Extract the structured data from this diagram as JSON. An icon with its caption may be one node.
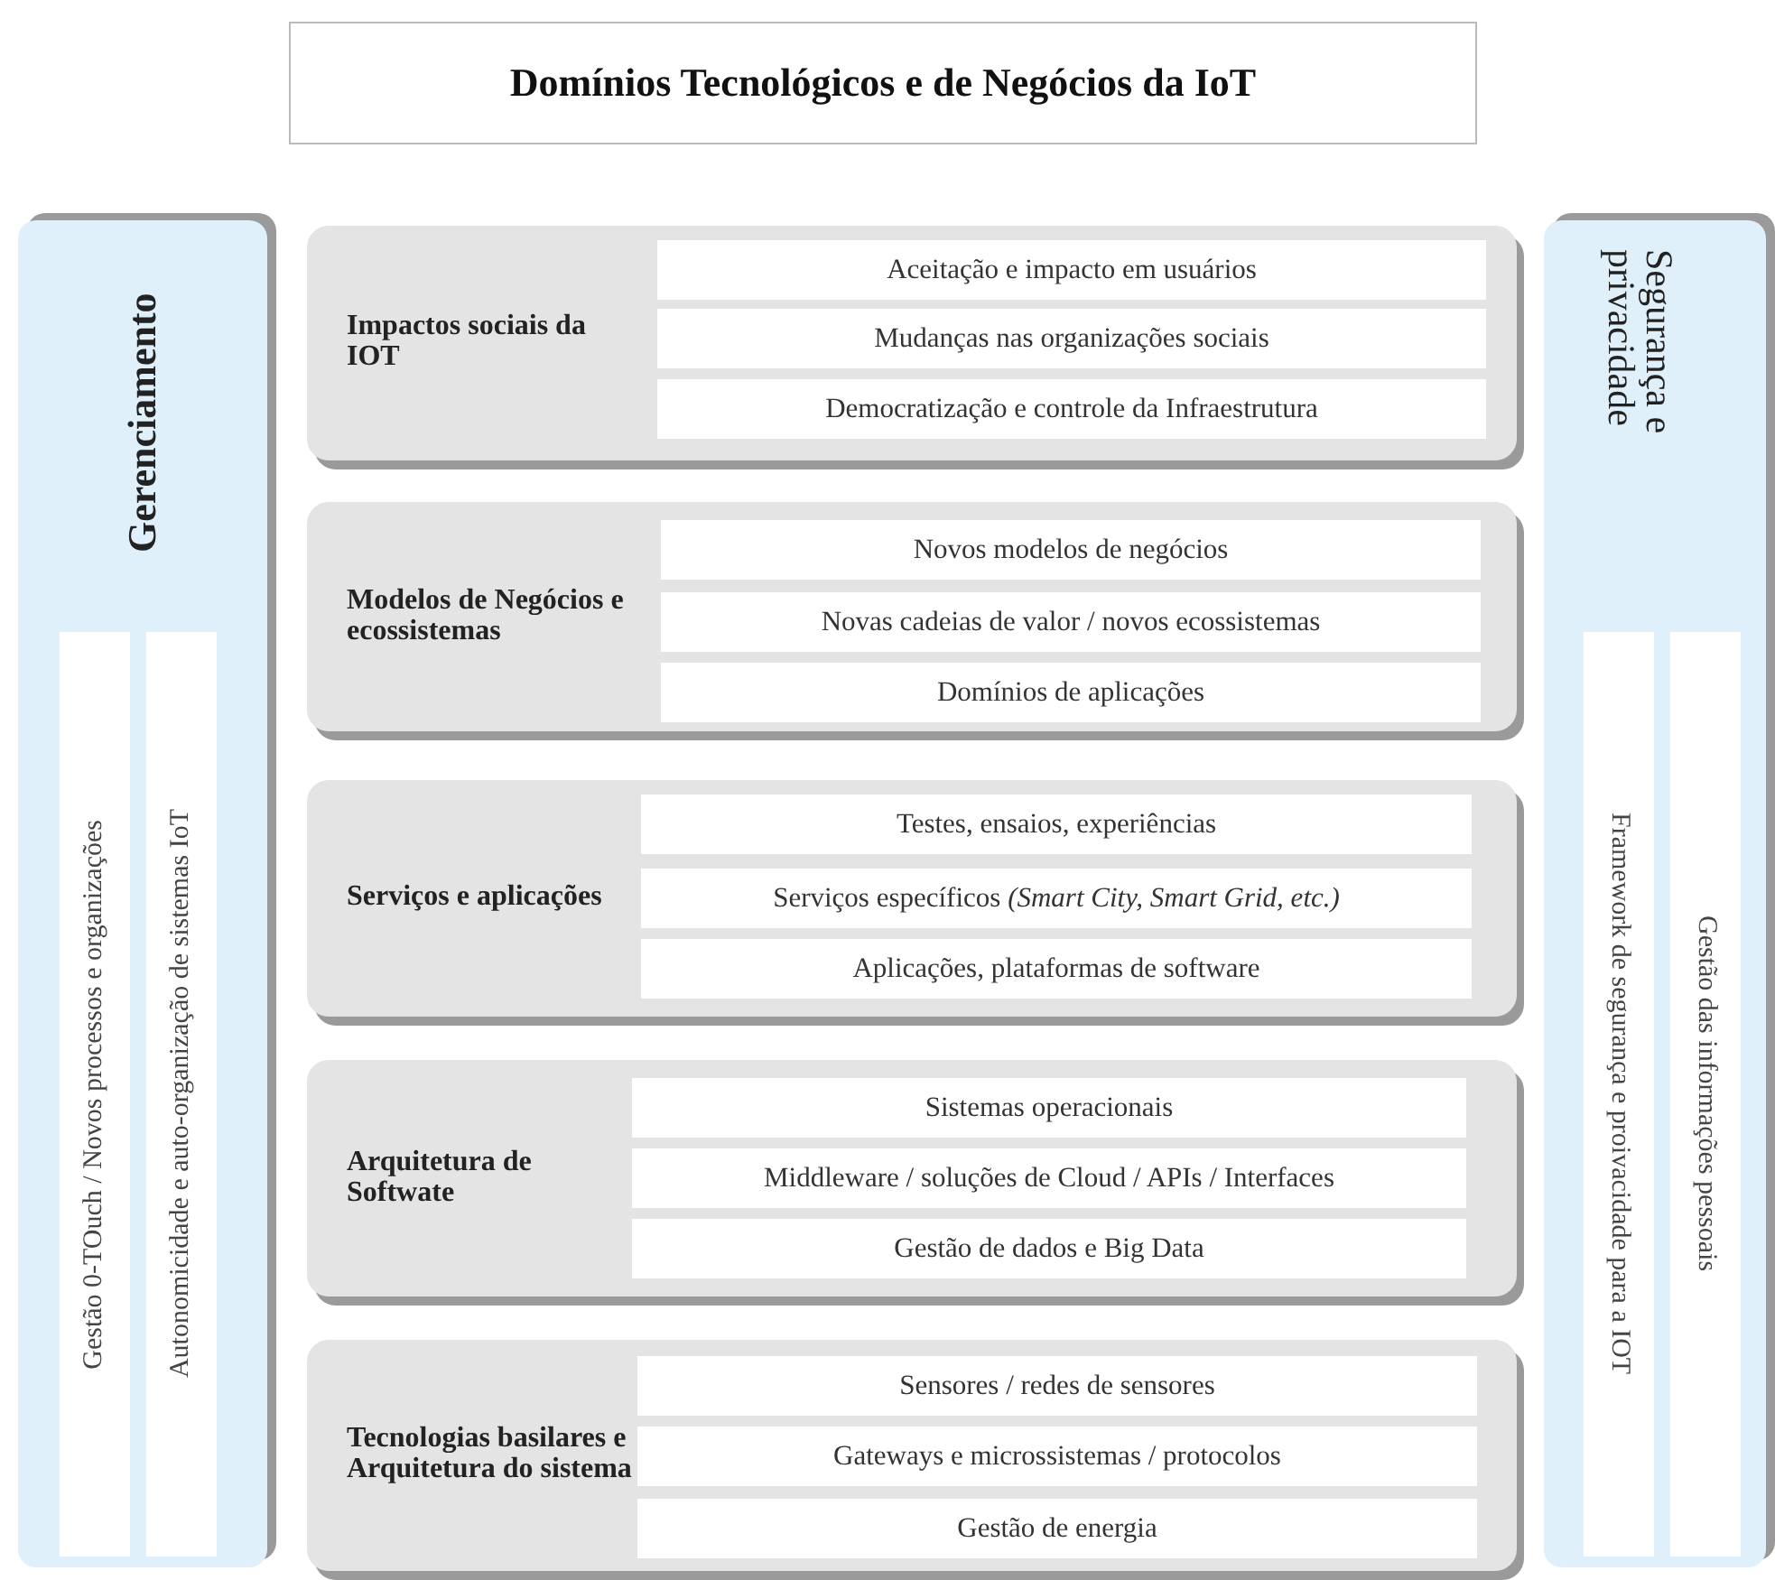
{
  "diagram": {
    "title": "Domínios Tecnológicos e de Negócios da IoT",
    "nodes": [
      {
        "text": [
          "Gerenciamento"
        ]
      },
      {
        "text": [
          "Gestão 0-TOuch / Novos processos e organizações"
        ],
        "in": 0
      },
      {
        "text": [
          "Autonomicidade e auto-organização de sistemas IoT"
        ],
        "in": 0
      },
      {
        "text": [
          "Impactos sociais da IOT"
        ]
      },
      {
        "text": [
          "Aceitação e impacto em usuários"
        ],
        "in": 3
      },
      {
        "text": [
          "Mudanças nas organizações sociais"
        ],
        "in": 3
      },
      {
        "text": [
          "Democratização e controle da Infraestrutura"
        ],
        "in": 3
      },
      {
        "text": [
          "Modelos de Negócios e ecossistemas"
        ]
      },
      {
        "text": [
          "Novos modelos de negócios"
        ],
        "in": 7
      },
      {
        "text": [
          "Novas cadeias de valor / novos ecossistemas"
        ],
        "in": 7
      },
      {
        "text": [
          "Domínios de aplicações"
        ],
        "in": 7
      },
      {
        "text": [
          "Serviços e aplicações"
        ]
      },
      {
        "text": [
          "Testes, ensaios, experiências"
        ],
        "in": 11
      },
      {
        "text": [
          "Serviços específicos *(Smart City, Smart Grid, etc.)*"
        ],
        "in": 11
      },
      {
        "text": [
          "Aplicações, plataformas de software"
        ],
        "in": 11
      },
      {
        "text": [
          "Arquitetura de Softwate"
        ]
      },
      {
        "text": [
          "Sistemas operacionais"
        ],
        "in": 15
      },
      {
        "text": [
          "Middleware / soluções de Cloud / APIs / Interfaces"
        ],
        "in": 15
      },
      {
        "text": [
          "Gestão de dados e Big Data"
        ],
        "in": 15
      },
      {
        "text": [
          "Tecnologias basilares e Arquitetura do sistema"
        ]
      },
      {
        "text": [
          "Sensores / redes de sensores"
        ],
        "in": 19
      },
      {
        "text": [
          "Gateways e microssistemas / protocolos"
        ],
        "in": 19
      },
      {
        "text": [
          "Gestão de energia"
        ],
        "in": 19
      },
      {
        "text": [
          "Segurança e privacidade"
        ]
      },
      {
        "text": [
          "Framework de segurança e proivacidade para a IOT"
        ],
        "in": 23
      },
      {
        "text": [
          "Gestão das informações pessoais"
        ],
        "in": 23
      }
    ]
  }
}
